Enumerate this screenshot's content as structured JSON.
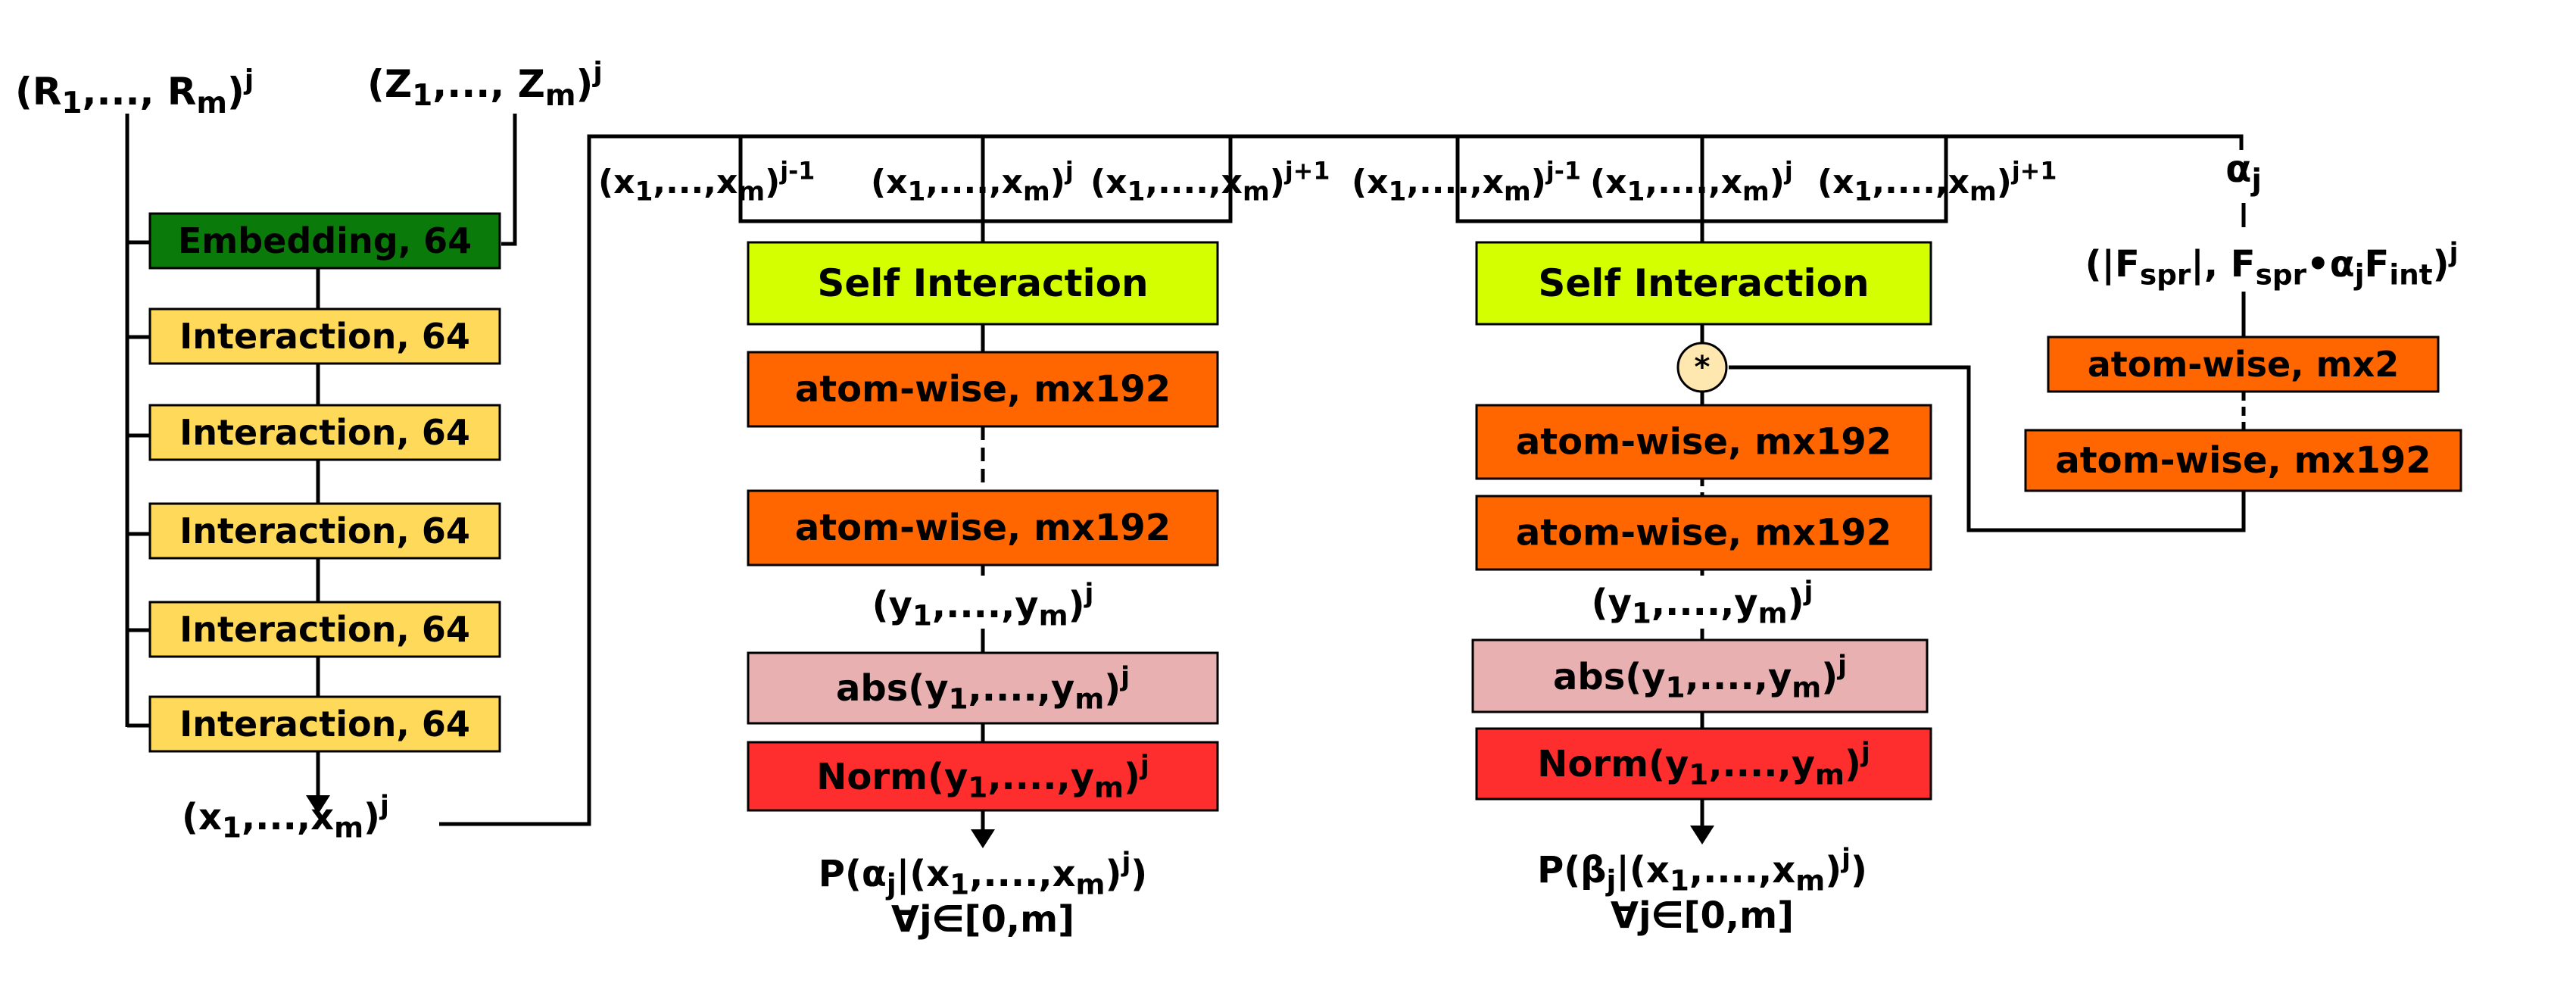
{
  "left_column": {
    "input_r": {
      "base": "(R",
      "s1": "1",
      "mid": ",..., R",
      "sm": "m",
      "close": ")",
      "sup": "j"
    },
    "input_z": {
      "base": "(Z",
      "s1": "1",
      "mid": ",..., Z",
      "sm": "m",
      "close": ")",
      "sup": "j"
    },
    "embedding_label": "Embedding, 64",
    "interaction_labels": [
      "Interaction, 64",
      "Interaction, 64",
      "Interaction, 64",
      "Interaction, 64",
      "Interaction, 64"
    ],
    "output": {
      "base": "(x",
      "s1": "1",
      "mid": ",...,x",
      "sm": "m",
      "close": ")",
      "sup": "j"
    }
  },
  "window_labels": [
    {
      "base": "(x",
      "s1": "1",
      "mid": ",...,x",
      "sm": "m",
      "close": ")",
      "sup": "j-1"
    },
    {
      "base": "(x",
      "s1": "1",
      "mid": ",....,x",
      "sm": "m",
      "close": ")",
      "sup": "j"
    },
    {
      "base": "(x",
      "s1": "1",
      "mid": ",....,x",
      "sm": "m",
      "close": ")",
      "sup": "j+1"
    },
    {
      "base": "(x",
      "s1": "1",
      "mid": ",....,x",
      "sm": "m",
      "close": ")",
      "sup": "j-1"
    },
    {
      "base": "(x",
      "s1": "1",
      "mid": ",....,x",
      "sm": "m",
      "close": ")",
      "sup": "j"
    },
    {
      "base": "(x",
      "s1": "1",
      "mid": ",....,x",
      "sm": "m",
      "close": ")",
      "sup": "j+1"
    }
  ],
  "alpha_branch": {
    "self_interaction": "Self Interaction",
    "atom_wise_top": "atom-wise, mx192",
    "atom_wise_bottom": "atom-wise, mx192",
    "y_label": {
      "base": "(y",
      "s1": "1",
      "mid": ",....,y",
      "sm": "m",
      "close": ")",
      "sup": "j"
    },
    "abs_label": {
      "base": "abs(y",
      "s1": "1",
      "mid": ",....,y",
      "sm": "m",
      "close": ")",
      "sup": "j"
    },
    "norm_label": {
      "base": "Norm(y",
      "s1": "1",
      "mid": ",....,y",
      "sm": "m",
      "close": ")",
      "sup": "j"
    },
    "output": {
      "pre": "P(α",
      "sub": "j",
      "mid": "|(x",
      "s1": "1",
      "mid2": ",....,x",
      "sm": "m",
      "close": ")",
      "sup": "j",
      "end": ")"
    },
    "quantifier": "∀j∈[0,m]"
  },
  "beta_branch": {
    "self_interaction": "Self Interaction",
    "multiply_symbol": "*",
    "atom_wise_top": "atom-wise, mx192",
    "atom_wise_bottom": "atom-wise, mx192",
    "y_label": {
      "base": "(y",
      "s1": "1",
      "mid": ",....,y",
      "sm": "m",
      "close": ")",
      "sup": "j"
    },
    "abs_label": {
      "base": "abs(y",
      "s1": "1",
      "mid": ",....,y",
      "sm": "m",
      "close": ")",
      "sup": "j"
    },
    "norm_label": {
      "base": "Norm(y",
      "s1": "1",
      "mid": ",....,y",
      "sm": "m",
      "close": ")",
      "sup": "j"
    },
    "output": {
      "pre": "P(β",
      "sub": "j",
      "mid": "|(x",
      "s1": "1",
      "mid2": ",....,x",
      "sm": "m",
      "close": ")",
      "sup": "j",
      "end": ")"
    },
    "quantifier": "∀j∈[0,m]"
  },
  "force_branch": {
    "alpha_label": {
      "base": "α",
      "sub": "j"
    },
    "force_label": {
      "pre": "(|F",
      "s1": "spr",
      "mid": "|, F",
      "s2": "spr",
      "mid2": "•α",
      "s3": "j",
      "mid3": "F",
      "s4": "int",
      "close": ")",
      "sup": "j"
    },
    "atom_wise_top": "atom-wise, mx2",
    "atom_wise_bottom": "atom-wise, mx192"
  },
  "colors": {
    "embedding": "#0a7a0a",
    "interaction": "#ffd95a",
    "self_interaction": "#d4ff00",
    "atom_wise": "#ff6600",
    "abs": "#e8b0b0",
    "norm": "#ff2e2e",
    "multiply": "#ffe8b0"
  }
}
